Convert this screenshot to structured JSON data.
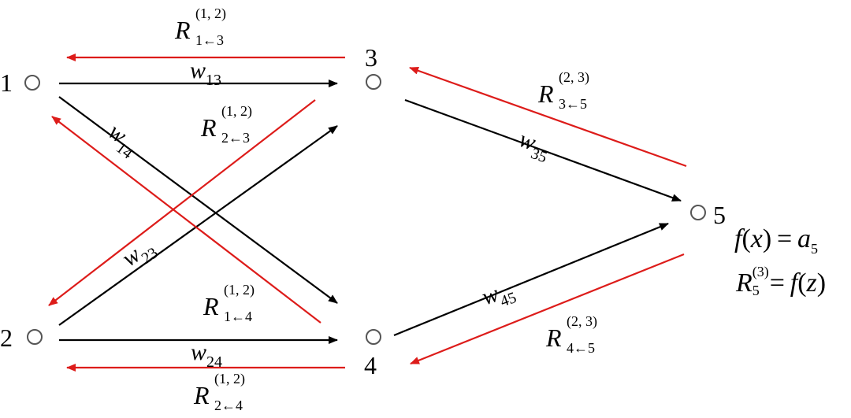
{
  "colors": {
    "forward": "#000000",
    "backward": "#dd1c1a",
    "node": "#555555"
  },
  "nodes": {
    "n1": {
      "label": "1"
    },
    "n2": {
      "label": "2"
    },
    "n3": {
      "label": "3"
    },
    "n4": {
      "label": "4"
    },
    "n5": {
      "label": "5"
    }
  },
  "weights": {
    "w13": {
      "base": "w",
      "sub": "13"
    },
    "w14": {
      "base": "w",
      "sub": "14"
    },
    "w23": {
      "base": "w",
      "sub": "23"
    },
    "w24": {
      "base": "w",
      "sub": "24"
    },
    "w35": {
      "base": "w",
      "sub": "35"
    },
    "w45": {
      "base": "w",
      "sub": "45"
    }
  },
  "relevances": {
    "r13": {
      "base": "R",
      "sup": "(1, 2)",
      "sub": "1←3"
    },
    "r23": {
      "base": "R",
      "sup": "(1, 2)",
      "sub": "2←3"
    },
    "r14": {
      "base": "R",
      "sup": "(1, 2)",
      "sub": "1←4"
    },
    "r24": {
      "base": "R",
      "sup": "(1, 2)",
      "sub": "2←4"
    },
    "r35": {
      "base": "R",
      "sup": "(2, 3)",
      "sub": "3←5"
    },
    "r45": {
      "base": "R",
      "sup": "(2, 3)",
      "sub": "4←5"
    }
  },
  "equations": {
    "eq1": {
      "f": "f",
      "x": "x",
      "a": "a",
      "a_sub": "5"
    },
    "eq2": {
      "R": "R",
      "R_sup": "(3)",
      "R_sub": "5",
      "f": "f",
      "z": "z"
    }
  }
}
